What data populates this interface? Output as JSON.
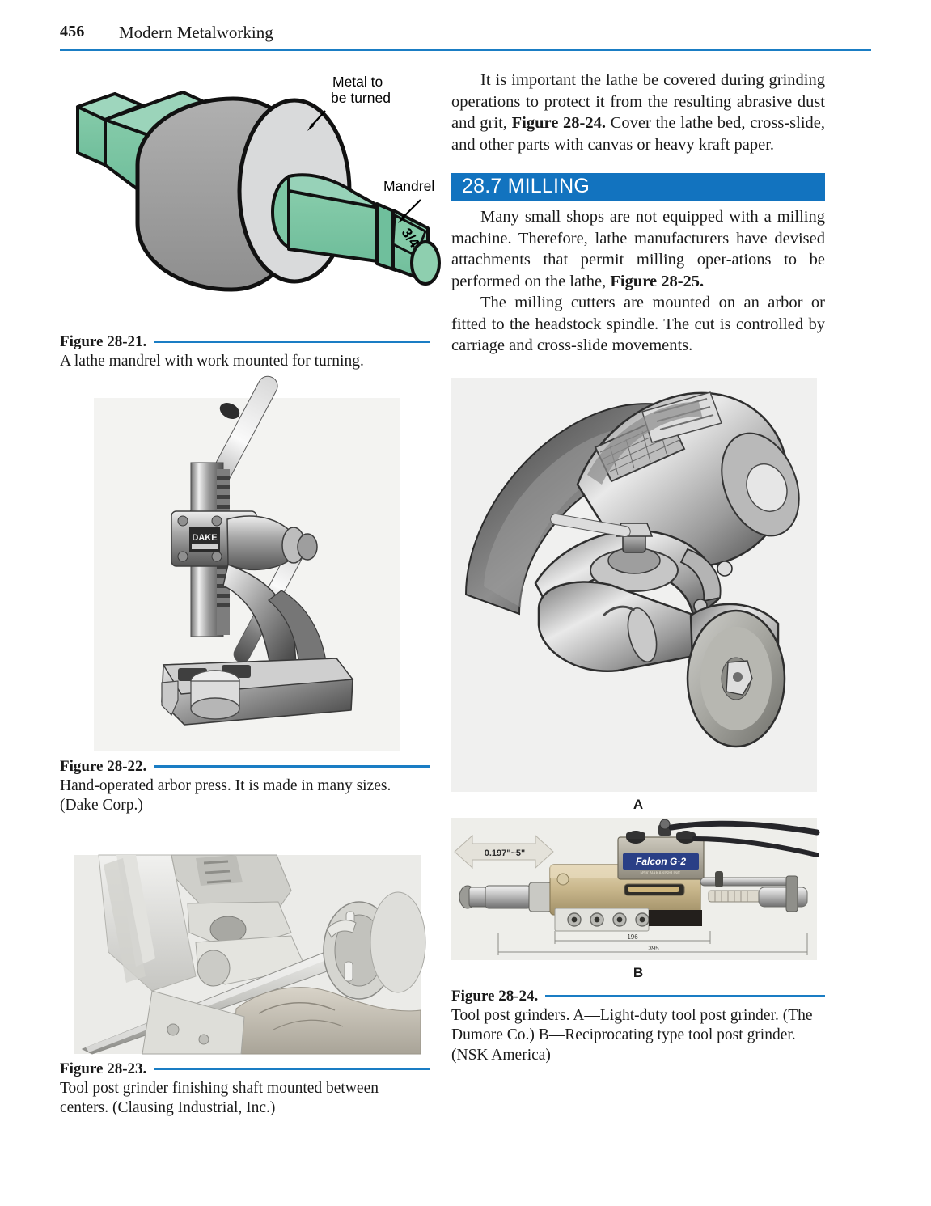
{
  "header": {
    "folio": "456",
    "book_title": "Modern Metalworking",
    "rule_color": "#1a7dc4"
  },
  "colors": {
    "accent_blue": "#1a7dc4",
    "banner_blue": "#1273bf",
    "mandrel_green": "#7cc6a4",
    "workpiece_gray": "#9a9a9a",
    "workpiece_face_gray": "#d9dadb"
  },
  "left_column": {
    "figure_28_21": {
      "illustration": {
        "name": "lathe-mandrel-diagram",
        "labels": [
          {
            "text_line_1": "Metal to",
            "text_line_2": "be turned",
            "points_to": "workpiece"
          },
          {
            "text_line_1": "Mandrel",
            "text_line_2": "",
            "points_to": "mandrel-shaft"
          }
        ],
        "size_marking": "3/4"
      },
      "caption": {
        "label": "Figure 28-21.",
        "text": "A lathe mandrel with work mounted for turning."
      }
    },
    "figure_28_22": {
      "photo": {
        "name": "hand-operated-arbor-press-photo",
        "brand_plate": "DAKE"
      },
      "caption": {
        "label": "Figure 28-22.",
        "text": "Hand-operated arbor press. It is made in many sizes. (Dake Corp.)"
      }
    },
    "figure_28_23": {
      "photo": {
        "name": "tool-post-grinder-finishing-shaft-photo"
      },
      "caption": {
        "label": "Figure 28-23.",
        "text": "Tool post grinder finishing shaft mounted between centers. (Clausing Industrial, Inc.)"
      }
    }
  },
  "right_column": {
    "paragraph_1": {
      "text_before": "It is important the lathe be covered during grinding operations to protect it from the resulting abrasive dust and grit, ",
      "bold_ref": "Figure 28-24.",
      "text_after": " Cover the lathe bed, cross-slide, and other parts with canvas or heavy kraft paper."
    },
    "section": {
      "number": "28.7",
      "title": "MILLING",
      "heading": "28.7 MILLING"
    },
    "paragraph_2": {
      "text_before": "Many small shops are not equipped with a milling machine. Therefore, lathe manufacturers have devised attachments that permit milling oper-ations to be performed on the lathe, ",
      "bold_ref": "Figure 28-25.",
      "text_after": ""
    },
    "paragraph_3": {
      "text": "The milling cutters are mounted on an arbor or fitted to the headstock spindle. The cut is controlled by carriage and cross-slide movements."
    },
    "figure_28_24": {
      "panel_a": {
        "photo": {
          "name": "light-duty-tool-post-grinder-photo"
        },
        "sublabel": "A"
      },
      "panel_b": {
        "photo": {
          "name": "reciprocating-tool-post-grinder-photo",
          "brand_plate": "Falcon G·2",
          "brand_subtext": "NSK  NAKANISHI INC.",
          "stroke_dimension": "0.197\"~5\"",
          "dimension_inner": "196",
          "dimension_outer": "395"
        },
        "sublabel": "B"
      },
      "caption": {
        "label": "Figure 28-24.",
        "text": "Tool post grinders. A—Light-duty tool post grinder. (The Dumore Co.) B—Reciprocating type tool post grinder. (NSK America)"
      }
    }
  }
}
